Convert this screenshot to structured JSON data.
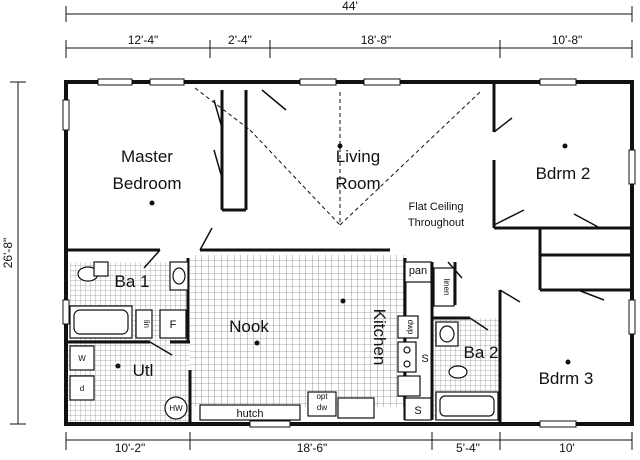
{
  "dimensions": {
    "overall_width": "44'",
    "overall_depth": "26'-8\"",
    "top_segments": [
      "12'-4\"",
      "2'-4\"",
      "18'-8\"",
      "10'-8\""
    ],
    "bottom_segments": [
      "10'-2\"",
      "18'-6\"",
      "5'-4\"",
      "10'"
    ]
  },
  "rooms": {
    "master_line1": "Master",
    "master_line2": "Bedroom",
    "living_line1": "Living",
    "living_line2": "Room",
    "bdrm2": "Bdrm 2",
    "bdrm3": "Bdrm 3",
    "ba1": "Ba 1",
    "ba2": "Ba 2",
    "nook": "Nook",
    "kitchen": "Kitchen",
    "utl": "Utl"
  },
  "notes": {
    "flat_line1": "Flat Ceiling",
    "flat_line2": "Throughout"
  },
  "fixtures": {
    "pan": "pan",
    "linen": "linen",
    "lin": "lin",
    "f": "F",
    "dwp": "dwp",
    "s1": "S",
    "s2": "S",
    "w": "W",
    "d": "d",
    "hw": "HW",
    "hutch": "hutch",
    "opt": "opt",
    "dw": "dw"
  },
  "colors": {
    "wall": "#111111",
    "tile_grid": "#555555",
    "background": "#ffffff"
  }
}
